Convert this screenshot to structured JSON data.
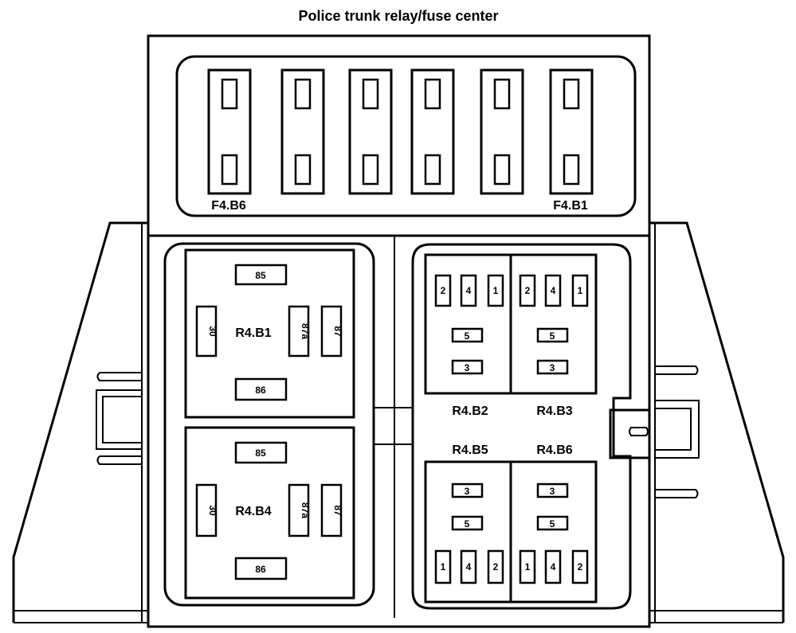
{
  "title": "Police trunk relay/fuse center",
  "fuses": {
    "left_label": "F4.B6",
    "right_label": "F4.B1"
  },
  "relays": {
    "b1": {
      "label": "R4.B1",
      "p85": "85",
      "p86": "86",
      "p30": "30",
      "p87a": "87a",
      "p87": "87"
    },
    "b4": {
      "label": "R4.B4",
      "p85": "85",
      "p86": "86",
      "p30": "30",
      "p87a": "87a",
      "p87": "87"
    },
    "b2": {
      "label": "R4.B2",
      "p1": "1",
      "p2": "2",
      "p3": "3",
      "p4": "4",
      "p5": "5"
    },
    "b3": {
      "label": "R4.B3",
      "p1": "1",
      "p2": "2",
      "p3": "3",
      "p4": "4",
      "p5": "5"
    },
    "b5": {
      "label": "R4.B5",
      "p1": "1",
      "p2": "2",
      "p3": "3",
      "p4": "4",
      "p5": "5"
    },
    "b6": {
      "label": "R4.B6",
      "p1": "1",
      "p2": "2",
      "p3": "3",
      "p4": "4",
      "p5": "5"
    }
  }
}
